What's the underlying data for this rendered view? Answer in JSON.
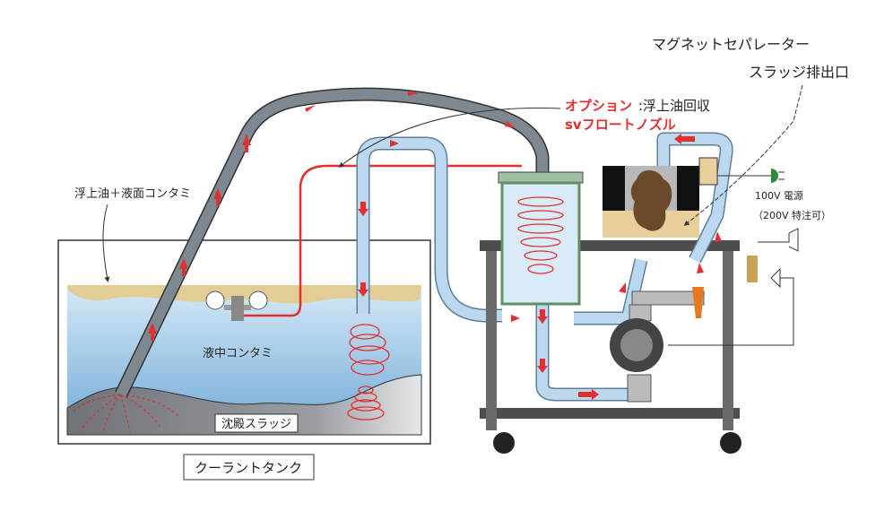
{
  "labels": {
    "magnet_separator": "マグネットセパレーター",
    "sludge_outlet": "スラッジ排出口",
    "option_prefix": "オプション",
    "option_suffix": ":浮上油回収",
    "float_nozzle": "svフロートノズル",
    "surface_contam": "浮上油＋液面コンタミ",
    "power": "100V 電源",
    "power_option": "（200V 特注可）",
    "liquid_contam": "液中コンタミ",
    "sediment_sludge": "沈殿スラッジ",
    "coolant_tank": "クーラントタンク"
  },
  "colors": {
    "water": "#a9cde8",
    "oil": "#e3cd96",
    "sludge": "#8a8d91",
    "pipe_gray": "#7e8891",
    "pipe_blue": "#bcd8ef",
    "flow_red": "#e03030",
    "separator_green": "#9fc1a0",
    "power_plug": "#2f8a3a"
  }
}
